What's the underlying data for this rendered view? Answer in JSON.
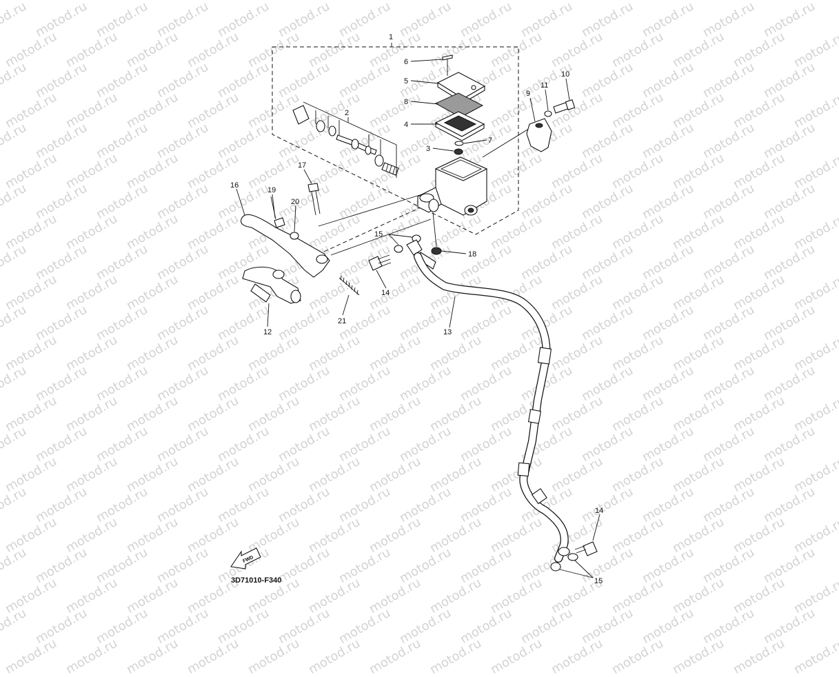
{
  "watermark": "motod.ru",
  "figure_code": "3D71010-F340",
  "fwd_label": "FWD",
  "callouts": [
    "1",
    "2",
    "3",
    "4",
    "5",
    "6",
    "7",
    "8",
    "9",
    "10",
    "11",
    "12",
    "13",
    "14",
    "15",
    "16",
    "17",
    "18",
    "19",
    "20",
    "21"
  ]
}
